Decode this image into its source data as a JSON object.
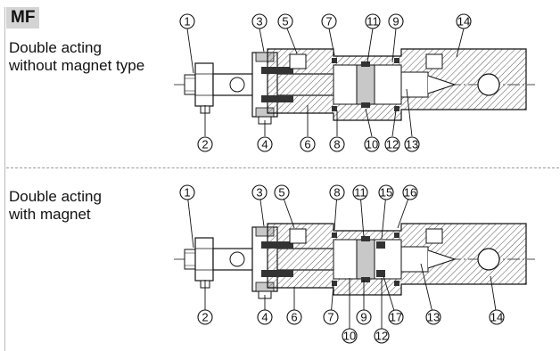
{
  "badge": "MF",
  "sections": [
    {
      "title_lines": [
        "Double acting",
        "without magnet type"
      ],
      "callouts_top": [
        "1",
        "3",
        "5",
        "7",
        "11",
        "9",
        "14"
      ],
      "callouts_bottom": [
        "2",
        "4",
        "6",
        "8",
        "10",
        "12",
        "13"
      ]
    },
    {
      "title_lines": [
        "Double acting",
        "with magnet"
      ],
      "callouts_top": [
        "1",
        "3",
        "5",
        "8",
        "11",
        "15",
        "16"
      ],
      "callouts_bottom": [
        "2",
        "4",
        "6",
        "7",
        "9",
        "17",
        "13",
        "14",
        "10",
        "12"
      ]
    }
  ],
  "colors": {
    "badge_bg": "#d4d4d4",
    "body_grey": "#c8c8c8",
    "seal_dark": "#333333",
    "line": "#111111"
  }
}
